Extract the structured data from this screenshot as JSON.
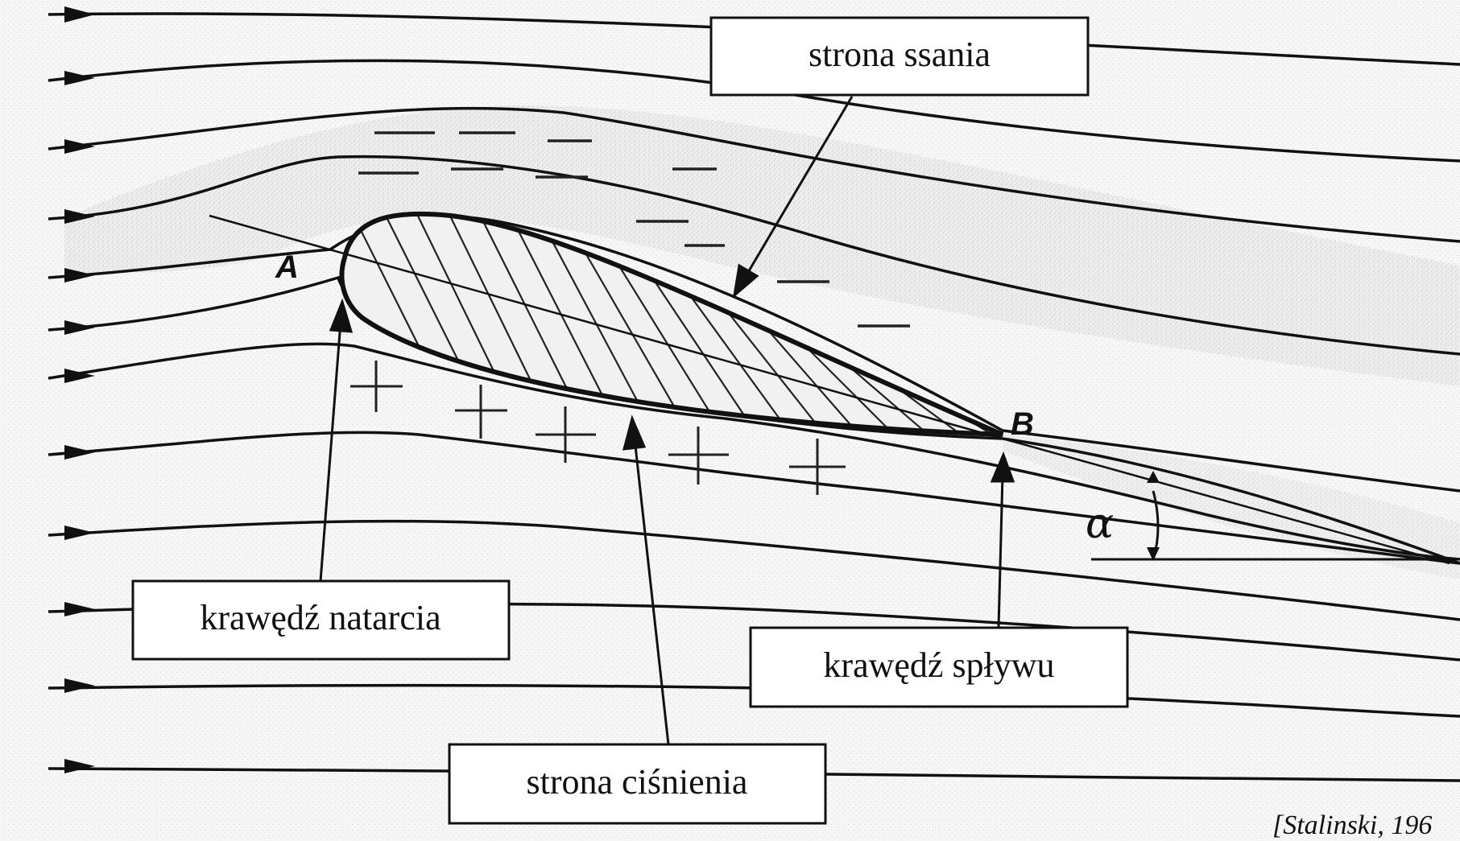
{
  "labels": {
    "suction_side": "strona ssania",
    "leading_edge": "krawędź natarcia",
    "trailing_edge": "krawędź spływu",
    "pressure_side": "strona ciśnienia"
  },
  "points": {
    "leading": "A",
    "trailing": "B"
  },
  "angle_symbol": "α",
  "source": "[Stalinski, 196"
}
